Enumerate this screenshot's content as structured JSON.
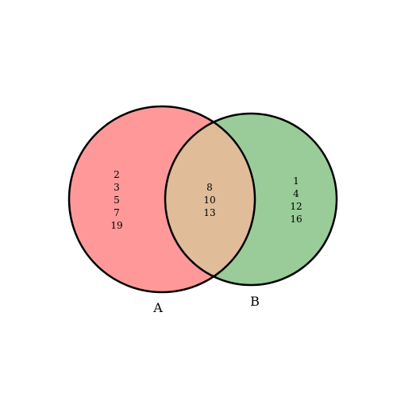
{
  "sets": [
    {
      "label": "A",
      "color": "#ff9999"
    },
    {
      "label": "B",
      "color": "#99cc99"
    }
  ],
  "intersection_color": "#e0bc99",
  "outline_color": "#000000",
  "regions": {
    "a_only": [
      "2",
      "3",
      "5",
      "7",
      "19"
    ],
    "a_and_b": [
      "8",
      "10",
      "13"
    ],
    "b_only": [
      "1",
      "4",
      "12",
      "16"
    ]
  }
}
